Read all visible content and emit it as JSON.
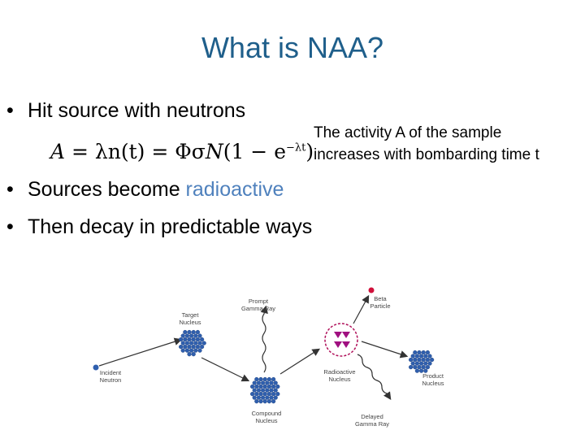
{
  "slide": {
    "title": "What is NAA?",
    "bullets": [
      "Hit source with neutrons",
      "Sources become ",
      "Then decay in predictable ways"
    ],
    "bullet2_highlight": "radioactive",
    "bullet_marker": "•"
  },
  "note": {
    "line1": "The activity A of the sample",
    "line2": "increases with bombarding time t"
  },
  "equation": {
    "lhs": "A",
    "middle": " = λn(t) = Φσ",
    "n": "N",
    "paren": "(1 − e",
    "exp": "−λt",
    "close": ")"
  },
  "diagram": {
    "labels": {
      "target1": "Target",
      "target2": "Nucleus",
      "incident1": "Incident",
      "incident2": "Neutron",
      "prompt1": "Prompt",
      "prompt2": "Gamma Ray",
      "compound1": "Compound",
      "compound2": "Nucleus",
      "beta1": "Beta",
      "beta2": "Particle",
      "radio1": "Radioactive",
      "radio2": "Nucleus",
      "product1": "Product",
      "product2": "Nucleus",
      "delayed1": "Delayed",
      "delayed2": "Gamma Ray"
    },
    "colors": {
      "nucleus": "#2f5fae",
      "neutron": "#2f5fae",
      "beta": "#d0103a",
      "radiation": "#a01080"
    }
  }
}
